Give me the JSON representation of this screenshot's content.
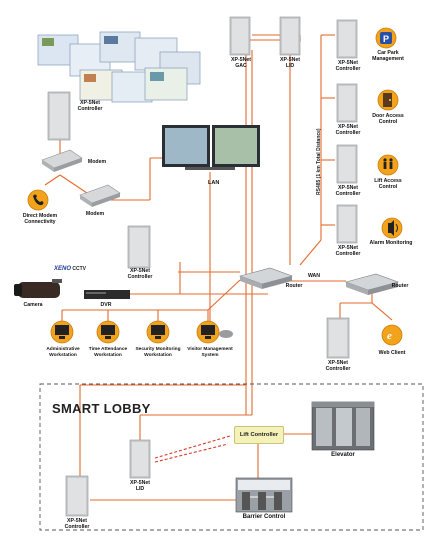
{
  "labels": {
    "xp_gac": "XP-5Net\nGAC",
    "xp_lid_top": "XP-5Net\nLID",
    "xp_ctrl_left": "XP-5Net\nController",
    "modem_1": "Modem",
    "modem_2": "Modem",
    "direct_modem": "Direct Modem\nConnectivity",
    "lan": "LAN",
    "xp_ctrl_mid": "XP-5Net\nController",
    "cctv_brand": "XENO",
    "cctv": "CCTV",
    "camera": "Camera",
    "dvr": "DVR",
    "router_main": "Router",
    "wan": "WAN",
    "router_wan": "Router",
    "web_client": "Web Client",
    "xp_ctrl_web": "XP-5Net\nController",
    "ws_admin": "Administrative\nWorkstation",
    "ws_time": "Time Attendance\nWorkstation",
    "ws_security": "Security Monitoring\nWorkstation",
    "ws_visitor": "Visitor Management\nSystem",
    "rs485": "RS485 (1 km Total Distance)",
    "xp_ctrl_carpark": "XP-5Net\nController",
    "car_park": "Car Park\nManagement",
    "xp_ctrl_door": "XP-5Net\nController",
    "door_access": "Door Access\nControl",
    "xp_ctrl_lift": "XP-5Net\nController",
    "lift_access": "Lift Access\nControl",
    "xp_ctrl_alarm": "XP-5Net\nController",
    "alarm": "Alarm Monitoring",
    "smart_lobby": "SMART LOBBY",
    "lift_controller": "Lift Controller",
    "elevator": "Elevator",
    "xp_lid_lobby": "XP-5Net\nLID",
    "xp_ctrl_lobby": "XP-5Net\nController",
    "barrier": "Barrier Control"
  },
  "icon_glyphs": {
    "car_park": "P",
    "web_client": "e"
  },
  "colors": {
    "line": "#e46a2c",
    "icon_orange": "#f2a21b",
    "lift_box": "#f4f2b8"
  }
}
